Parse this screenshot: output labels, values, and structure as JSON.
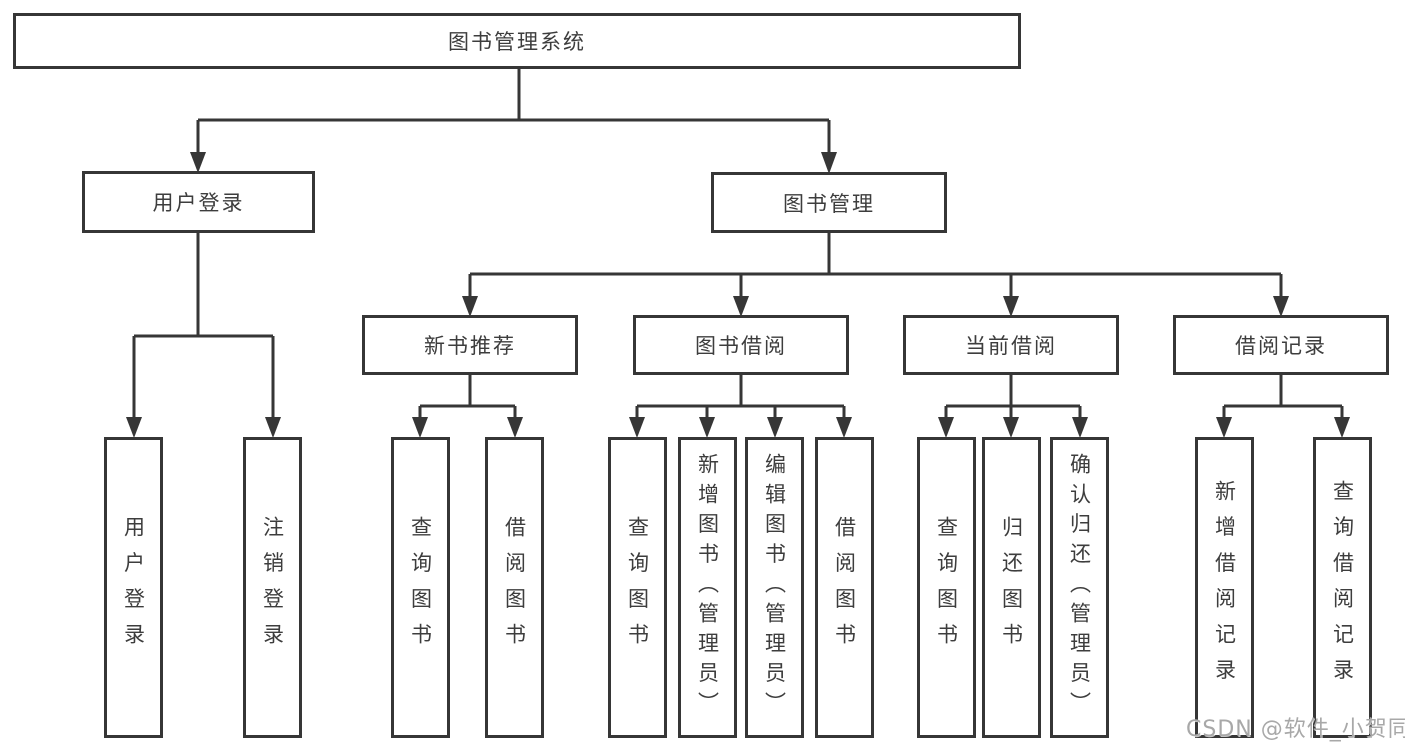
{
  "tree": {
    "label": "图书管理系统",
    "children": [
      {
        "label": "用户登录",
        "children": [
          {
            "label": "用户登录"
          },
          {
            "label": "注销登录"
          }
        ]
      },
      {
        "label": "图书管理",
        "children": [
          {
            "label": "新书推荐",
            "children": [
              {
                "label": "查询图书"
              },
              {
                "label": "借阅图书"
              }
            ]
          },
          {
            "label": "图书借阅",
            "children": [
              {
                "label": "查询图书"
              },
              {
                "label": "新增图书（管理员）"
              },
              {
                "label": "编辑图书（管理员）"
              },
              {
                "label": "借阅图书"
              }
            ]
          },
          {
            "label": "当前借阅",
            "children": [
              {
                "label": "查询图书"
              },
              {
                "label": "归还图书"
              },
              {
                "label": "确认归还（管理员）"
              }
            ]
          },
          {
            "label": "借阅记录",
            "children": [
              {
                "label": "新增借阅记录"
              },
              {
                "label": "查询借阅记录"
              }
            ]
          }
        ]
      }
    ]
  },
  "watermark": {
    "text": "CSDN @软件_小贺同学"
  },
  "colors": {
    "line": "#363636",
    "text": "#3d3d3d",
    "background": "#ffffff",
    "watermark_gray": "#a8a8a8"
  }
}
